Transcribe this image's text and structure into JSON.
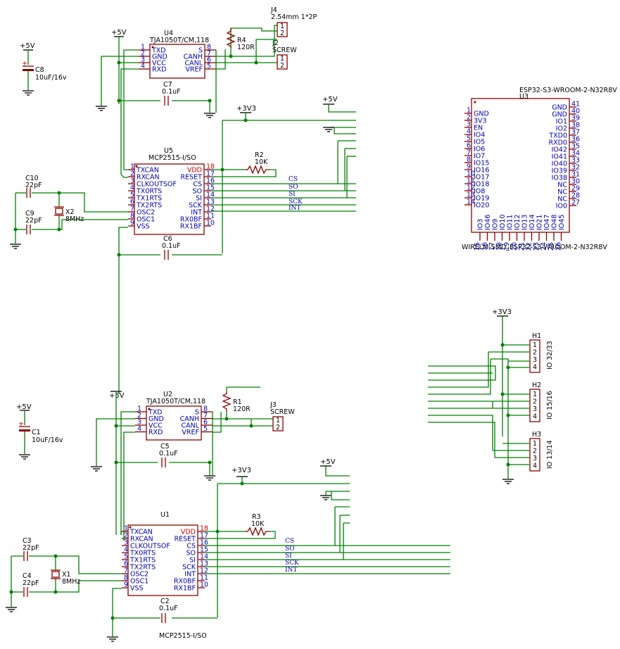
{
  "power": {
    "p5v": "+5V",
    "p3v3": "+3V3"
  },
  "u4": {
    "ref": "U4",
    "value": "TJA1050T/CM,118",
    "left": [
      {
        "n": "1",
        "name": "TXD"
      },
      {
        "n": "2",
        "name": "GND"
      },
      {
        "n": "3",
        "name": "VCC"
      },
      {
        "n": "4",
        "name": "RXD"
      }
    ],
    "right": [
      {
        "n": "8",
        "name": "S"
      },
      {
        "n": "7",
        "name": "CANH"
      },
      {
        "n": "6",
        "name": "CANL"
      },
      {
        "n": "5",
        "name": "VREF"
      }
    ]
  },
  "u2": {
    "ref": "U2",
    "value": "TJA1050T/CM,118",
    "left": [
      {
        "n": "1",
        "name": "TXD"
      },
      {
        "n": "2",
        "name": "GND"
      },
      {
        "n": "3",
        "name": "VCC"
      },
      {
        "n": "4",
        "name": "RXD"
      }
    ],
    "right": [
      {
        "n": "8",
        "name": "S"
      },
      {
        "n": "7",
        "name": "CANH"
      },
      {
        "n": "6",
        "name": "CANL"
      },
      {
        "n": "5",
        "name": "VREF"
      }
    ]
  },
  "u5": {
    "ref": "U5",
    "value": "MCP2515-I/SO",
    "left": [
      {
        "n": "1",
        "name": "TXCAN"
      },
      {
        "n": "2",
        "name": "RXCAN"
      },
      {
        "n": "3",
        "name": "CLKOUTSOF"
      },
      {
        "n": "4",
        "name": "TX0RTS"
      },
      {
        "n": "5",
        "name": "TX1RTS"
      },
      {
        "n": "6",
        "name": "TX2RTS"
      },
      {
        "n": "7",
        "name": "OSC2"
      },
      {
        "n": "8",
        "name": "OSC1"
      },
      {
        "n": "9",
        "name": "VSS"
      }
    ],
    "right": [
      {
        "n": "18",
        "name": "VDD"
      },
      {
        "n": "17",
        "name": "RESET"
      },
      {
        "n": "16",
        "name": "CS"
      },
      {
        "n": "15",
        "name": "SO"
      },
      {
        "n": "14",
        "name": "SI"
      },
      {
        "n": "13",
        "name": "SCK"
      },
      {
        "n": "12",
        "name": "INT"
      },
      {
        "n": "11",
        "name": "RX0BF"
      },
      {
        "n": "10",
        "name": "RX1BF"
      }
    ]
  },
  "u1": {
    "ref": "U1",
    "value": "MCP2515-I/SO",
    "left": [
      {
        "n": "1",
        "name": "TXCAN"
      },
      {
        "n": "2",
        "name": "RXCAN"
      },
      {
        "n": "3",
        "name": "CLKOUTSOF"
      },
      {
        "n": "4",
        "name": "TX0RTS"
      },
      {
        "n": "5",
        "name": "TX1RTS"
      },
      {
        "n": "6",
        "name": "TX2RTS"
      },
      {
        "n": "7",
        "name": "OSC2"
      },
      {
        "n": "8",
        "name": "OSC1"
      },
      {
        "n": "9",
        "name": "VSS"
      }
    ],
    "right": [
      {
        "n": "18",
        "name": "VDD"
      },
      {
        "n": "17",
        "name": "RESET"
      },
      {
        "n": "16",
        "name": "CS"
      },
      {
        "n": "15",
        "name": "SO"
      },
      {
        "n": "14",
        "name": "SI"
      },
      {
        "n": "13",
        "name": "SCK"
      },
      {
        "n": "12",
        "name": "INT"
      },
      {
        "n": "11",
        "name": "RX0BF"
      },
      {
        "n": "10",
        "name": "RX1BF"
      }
    ]
  },
  "u3": {
    "ref": "U3",
    "value": "ESP32-S3-WROOM-2-N32R8V",
    "footprint": "WIRELM-SMD_ESP32-S3-WROOM-2-N32R8V",
    "left": [
      {
        "n": "1",
        "name": "GND"
      },
      {
        "n": "2",
        "name": "3V3"
      },
      {
        "n": "3",
        "name": "EN"
      },
      {
        "n": "4",
        "name": "IO4"
      },
      {
        "n": "5",
        "name": "IO5"
      },
      {
        "n": "6",
        "name": "IO6"
      },
      {
        "n": "7",
        "name": "IO7"
      },
      {
        "n": "8",
        "name": "IO15"
      },
      {
        "n": "9",
        "name": "IO16"
      },
      {
        "n": "10",
        "name": "IO17"
      },
      {
        "n": "11",
        "name": "IO18"
      },
      {
        "n": "12",
        "name": "IO8"
      },
      {
        "n": "13",
        "name": "IO19"
      },
      {
        "n": "14",
        "name": "IO20"
      }
    ],
    "right": [
      {
        "n": "41",
        "name": "GND"
      },
      {
        "n": "40",
        "name": "GND"
      },
      {
        "n": "39",
        "name": "IO1"
      },
      {
        "n": "38",
        "name": "IO2"
      },
      {
        "n": "37",
        "name": "TXD0"
      },
      {
        "n": "36",
        "name": "RXD0"
      },
      {
        "n": "35",
        "name": "IO42"
      },
      {
        "n": "34",
        "name": "IO41"
      },
      {
        "n": "33",
        "name": "IO40"
      },
      {
        "n": "32",
        "name": "IO39"
      },
      {
        "n": "31",
        "name": "IO38"
      },
      {
        "n": "30",
        "name": "NC"
      },
      {
        "n": "29",
        "name": "NC"
      },
      {
        "n": "28",
        "name": "NC"
      },
      {
        "n": "27",
        "name": "IO0"
      }
    ],
    "bottom": [
      {
        "n": "15",
        "name": "IO3"
      },
      {
        "n": "16",
        "name": "IO46"
      },
      {
        "n": "17",
        "name": "IO9"
      },
      {
        "n": "18",
        "name": "IO10"
      },
      {
        "n": "19",
        "name": "IO11"
      },
      {
        "n": "20",
        "name": "IO12"
      },
      {
        "n": "21",
        "name": "IO13"
      },
      {
        "n": "22",
        "name": "IO14"
      },
      {
        "n": "23",
        "name": "IO21"
      },
      {
        "n": "24",
        "name": "IO47"
      },
      {
        "n": "25",
        "name": "IO48"
      },
      {
        "n": "26",
        "name": "IO45"
      }
    ]
  },
  "j4": {
    "ref": "J4",
    "value": "2.54mm 1*2P",
    "pins": [
      "1",
      "2"
    ]
  },
  "j2": {
    "ref": "J2",
    "value": "SCREW",
    "pins": [
      "1",
      "2"
    ]
  },
  "j3": {
    "ref": "J3",
    "value": "SCREW",
    "pins": [
      "1",
      "2"
    ]
  },
  "h1": {
    "ref": "H1",
    "value": "IO 32/33",
    "pins": [
      "1",
      "2",
      "3",
      "4"
    ]
  },
  "h2": {
    "ref": "H2",
    "value": "IO 15/16",
    "pins": [
      "1",
      "2",
      "3",
      "4"
    ]
  },
  "h3": {
    "ref": "H3",
    "value": "IO 13/14",
    "pins": [
      "1",
      "2",
      "3",
      "4"
    ]
  },
  "r4": {
    "ref": "R4",
    "value": "120R"
  },
  "r1": {
    "ref": "R1",
    "value": "120R"
  },
  "r2": {
    "ref": "R2",
    "value": "10K"
  },
  "r3": {
    "ref": "R3",
    "value": "10K"
  },
  "c8": {
    "ref": "C8",
    "value": "10uF/16v"
  },
  "c1": {
    "ref": "C1",
    "value": "10uF/16v"
  },
  "c7": {
    "ref": "C7",
    "value": "0.1uF"
  },
  "c5": {
    "ref": "C5",
    "value": "0.1uF"
  },
  "c6": {
    "ref": "C6",
    "value": "0.1uF"
  },
  "c2": {
    "ref": "C2",
    "value": "0.1uF"
  },
  "c10": {
    "ref": "C10",
    "value": "22pF"
  },
  "c9": {
    "ref": "C9",
    "value": "22pF"
  },
  "c3": {
    "ref": "C3",
    "value": "22pF"
  },
  "c4": {
    "ref": "C4",
    "value": "22pF"
  },
  "x2": {
    "ref": "X2",
    "value": "8MHz"
  },
  "x1": {
    "ref": "X1",
    "value": "8MHz"
  },
  "nets": {
    "cs": "CS",
    "so": "SO",
    "si": "SI",
    "sck": "SCK",
    "int": "INT"
  }
}
